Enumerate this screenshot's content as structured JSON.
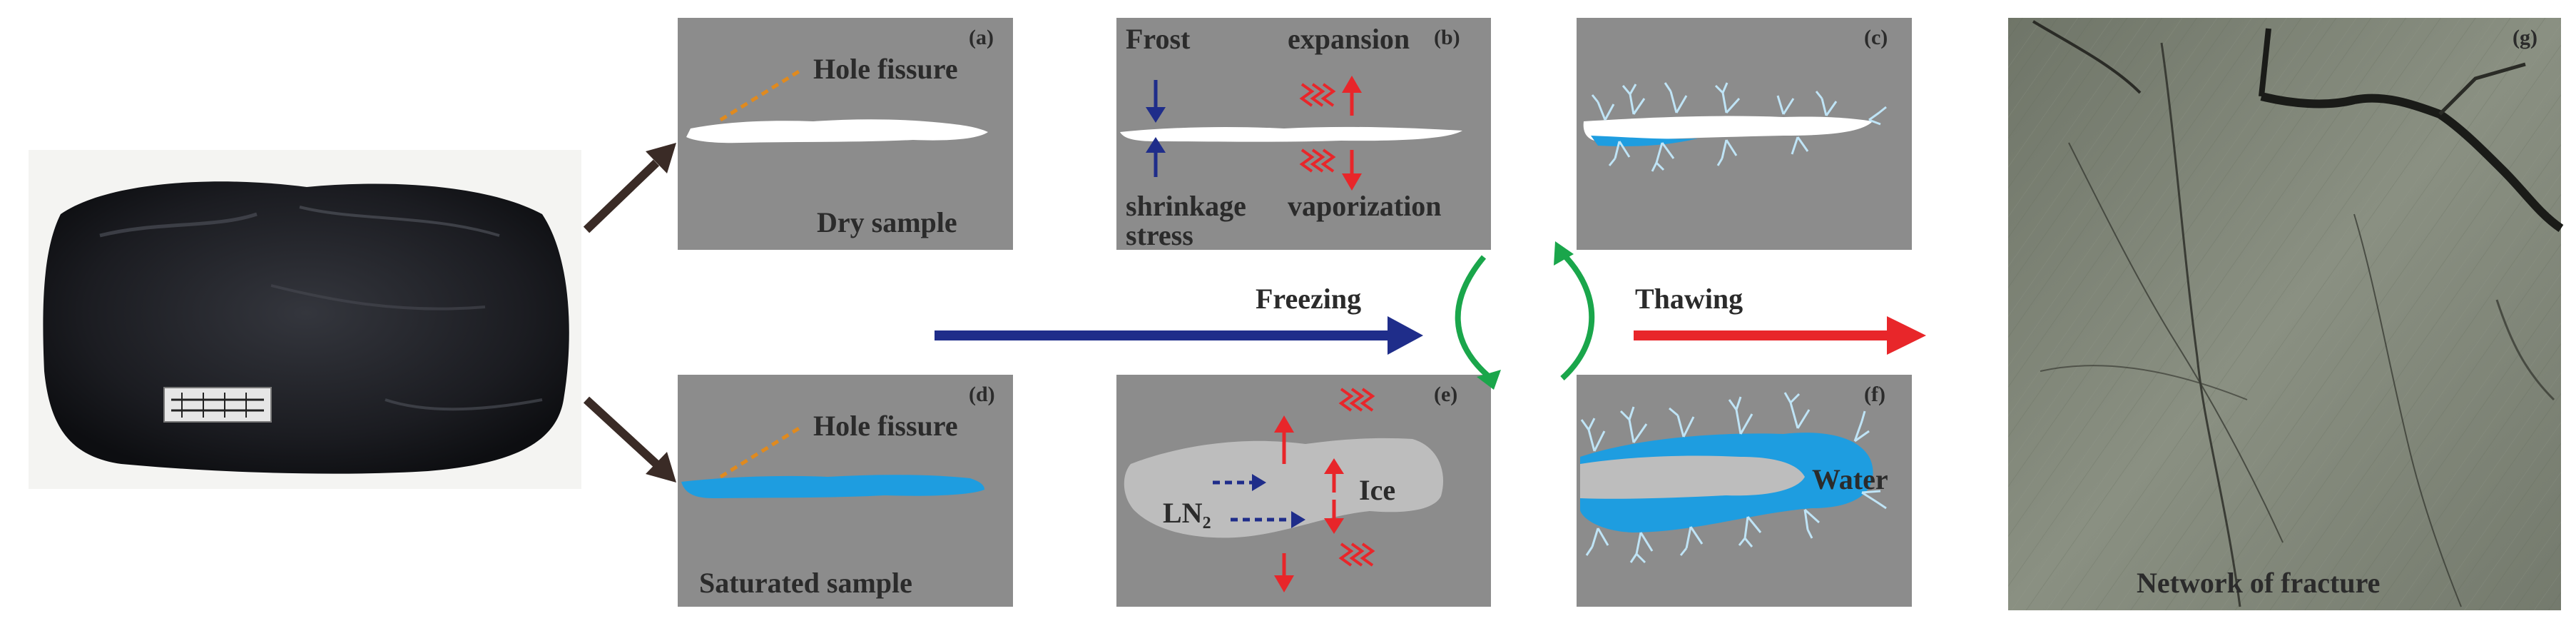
{
  "figure": {
    "panels": {
      "a": {
        "id": "(a)",
        "top_label": "Hole fissure",
        "bottom_label": "Dry sample"
      },
      "b": {
        "id": "(b)",
        "frost": "Frost",
        "expansion": "expansion",
        "shrinkage": "shrinkage",
        "stress": "stress",
        "vaporization": "vaporization"
      },
      "c": {
        "id": "(c)"
      },
      "d": {
        "id": "(d)",
        "top_label": "Hole fissure",
        "bottom_label": "Saturated  sample"
      },
      "e": {
        "id": "(e)",
        "ln2": "LN",
        "ln2_sub": "2",
        "ice": "Ice"
      },
      "f": {
        "id": "(f)",
        "water": "Water"
      },
      "g": {
        "id": "(g)",
        "caption": "Network of fracture"
      }
    },
    "process": {
      "freezing": "Freezing",
      "thawing": "Thawing"
    },
    "colors": {
      "panel_gray": "#8c8c8c",
      "fissure_white": "#ffffff",
      "water_blue": "#1e9de0",
      "frost_arrow": "#1f2d8a",
      "heat_red": "#e8262a",
      "cycle_green": "#1aa64b",
      "hole_orange": "#e08a1e",
      "photo_coal": "#1c1d22",
      "photo_fracture": "#7e8576"
    }
  }
}
